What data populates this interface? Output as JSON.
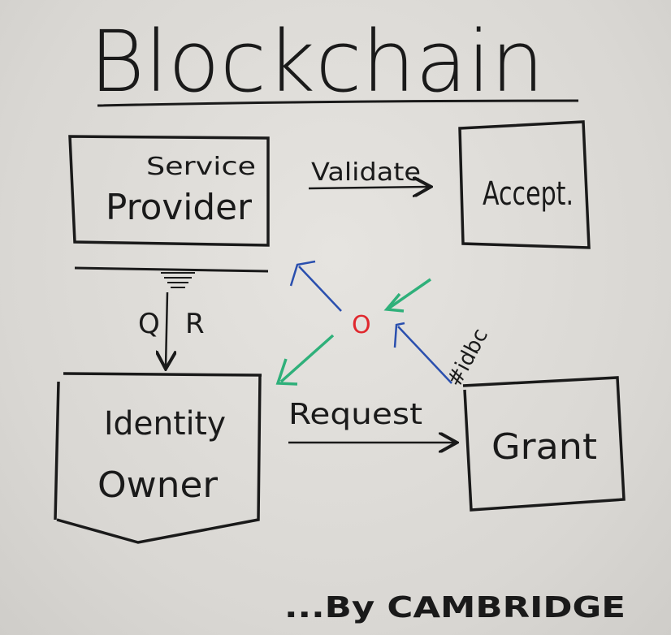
{
  "title": "Blockchain",
  "nodes": {
    "service_provider": {
      "line1": "Service",
      "line2": "Provider"
    },
    "accept": "Accept.",
    "identity_owner": {
      "line1": "Identity",
      "line2": "Owner"
    },
    "grant": "Grant"
  },
  "edges": {
    "validate": "Validate",
    "request": "Request",
    "q": "Q",
    "r": "R",
    "hashtag": "#idbc"
  },
  "center_symbol": "O",
  "signature": "...By CAMBRIDGE",
  "colors": {
    "ink": "#1a1a1a",
    "red": "#e0282e",
    "blue": "#2a4fae",
    "green": "#2fb07a"
  }
}
